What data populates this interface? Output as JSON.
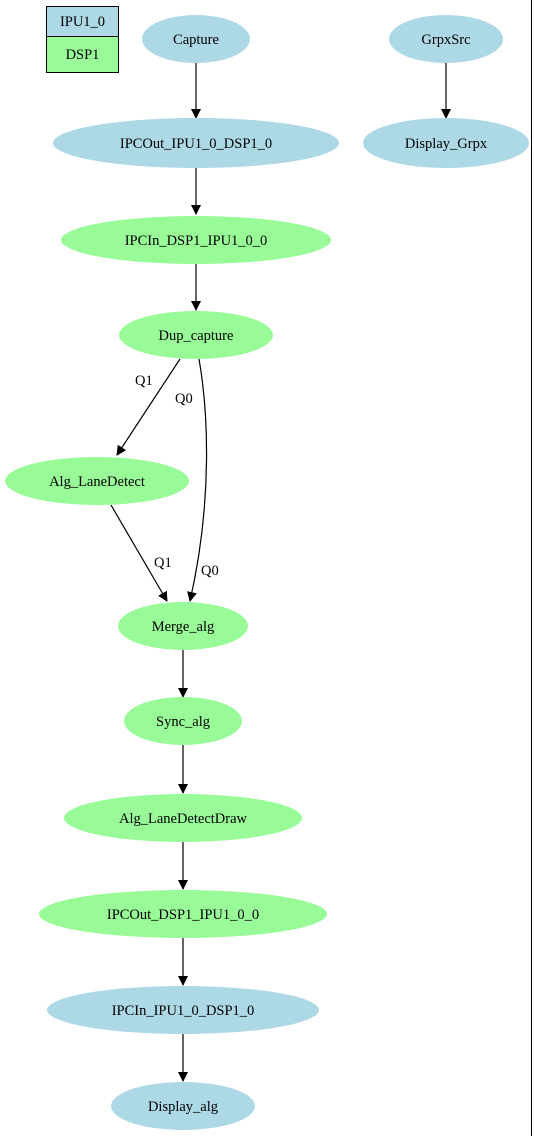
{
  "legend": {
    "items": [
      {
        "label": "IPU1_0",
        "color": "#add8e6"
      },
      {
        "label": "DSP1",
        "color": "#98fb98"
      }
    ]
  },
  "colors": {
    "ipu": "#add8e6",
    "dsp": "#98fb98",
    "edge": "#000000"
  },
  "nodes": [
    {
      "id": "capture",
      "label": "Capture",
      "core": "ipu"
    },
    {
      "id": "ipcout_ipu",
      "label": "IPCOut_IPU1_0_DSP1_0",
      "core": "ipu"
    },
    {
      "id": "ipcin_dsp",
      "label": "IPCIn_DSP1_IPU1_0_0",
      "core": "dsp"
    },
    {
      "id": "dup",
      "label": "Dup_capture",
      "core": "dsp"
    },
    {
      "id": "lane",
      "label": "Alg_LaneDetect",
      "core": "dsp"
    },
    {
      "id": "merge",
      "label": "Merge_alg",
      "core": "dsp"
    },
    {
      "id": "sync",
      "label": "Sync_alg",
      "core": "dsp"
    },
    {
      "id": "lanedraw",
      "label": "Alg_LaneDetectDraw",
      "core": "dsp"
    },
    {
      "id": "ipcout_dsp",
      "label": "IPCOut_DSP1_IPU1_0_0",
      "core": "dsp"
    },
    {
      "id": "ipcin_ipu",
      "label": "IPCIn_IPU1_0_DSP1_0",
      "core": "ipu"
    },
    {
      "id": "display_alg",
      "label": "Display_alg",
      "core": "ipu"
    },
    {
      "id": "grpxsrc",
      "label": "GrpxSrc",
      "core": "ipu"
    },
    {
      "id": "display_grpx",
      "label": "Display_Grpx",
      "core": "ipu"
    }
  ],
  "edges": [
    {
      "from": "capture",
      "to": "ipcout_ipu",
      "label": ""
    },
    {
      "from": "ipcout_ipu",
      "to": "ipcin_dsp",
      "label": ""
    },
    {
      "from": "ipcin_dsp",
      "to": "dup",
      "label": ""
    },
    {
      "from": "dup",
      "to": "lane",
      "label": "Q1"
    },
    {
      "from": "dup",
      "to": "merge",
      "label": "Q0"
    },
    {
      "from": "lane",
      "to": "merge",
      "label": "Q1"
    },
    {
      "from": "merge",
      "to": "sync",
      "label": ""
    },
    {
      "from": "sync",
      "to": "lanedraw",
      "label": ""
    },
    {
      "from": "lanedraw",
      "to": "ipcout_dsp",
      "label": ""
    },
    {
      "from": "ipcout_dsp",
      "to": "ipcin_ipu",
      "label": ""
    },
    {
      "from": "ipcin_ipu",
      "to": "display_alg",
      "label": ""
    },
    {
      "from": "grpxsrc",
      "to": "display_grpx",
      "label": ""
    }
  ]
}
